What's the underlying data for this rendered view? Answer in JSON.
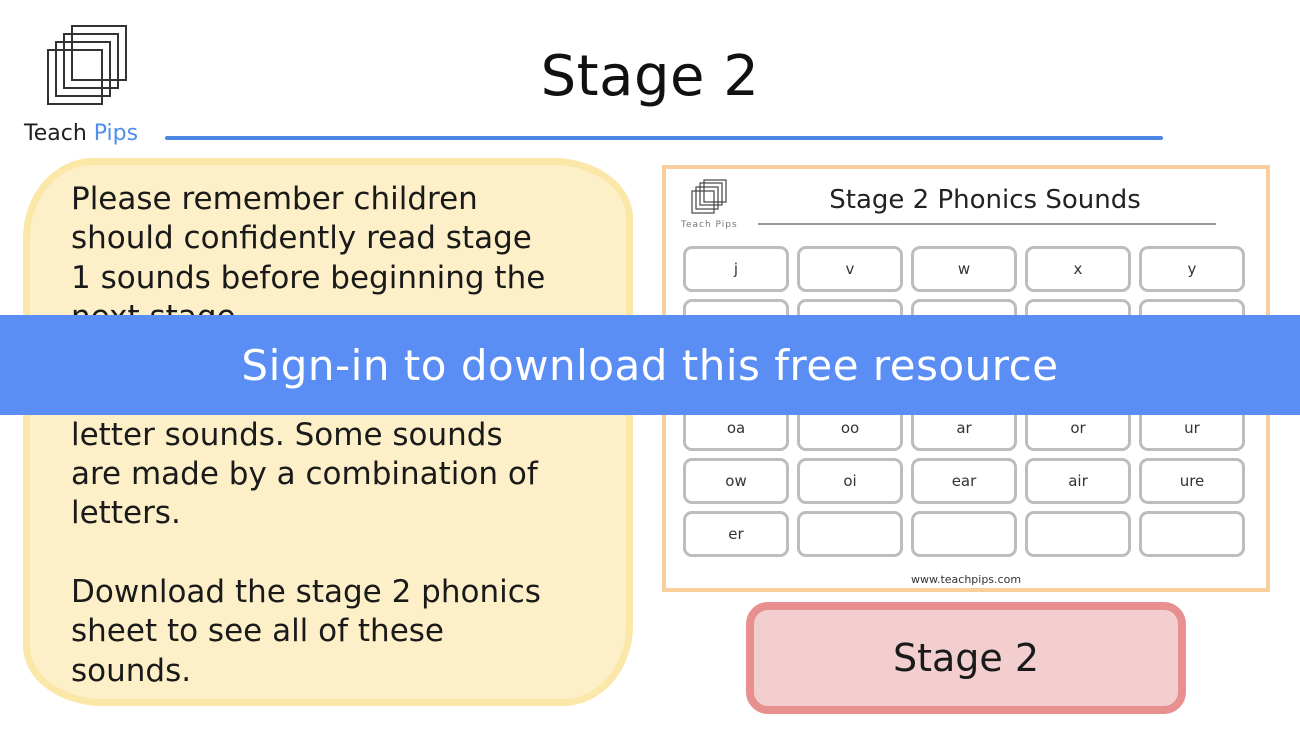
{
  "brand": {
    "name_part1": "Teach",
    "name_part2": "Pips",
    "icon": "layered-squares-logo-icon"
  },
  "header": {
    "title": "Stage 2"
  },
  "callout": {
    "text": "Please remember children\nshould confidently read stage\n1 sounds before beginning the\nnext stage.\n\n\nletter sounds. Some sounds\nare made by a combination of\nletters.\n\nDownload the stage 2 phonics\nsheet to see all of these\nsounds."
  },
  "worksheet": {
    "brand_text": "Teach Pips",
    "title": "Stage 2 Phonics Sounds",
    "rows": [
      [
        "j",
        "v",
        "w",
        "x",
        "y"
      ],
      [
        "",
        "",
        "",
        "",
        ""
      ],
      [
        "",
        "",
        "",
        "",
        ""
      ],
      [
        "oa",
        "oo",
        "ar",
        "or",
        "ur"
      ],
      [
        "ow",
        "oi",
        "ear",
        "air",
        "ure"
      ],
      [
        "er",
        "",
        "",
        "",
        ""
      ]
    ],
    "footer": "www.teachpips.com"
  },
  "stage_button": {
    "label": "Stage 2"
  },
  "banner": {
    "text": "Sign-in to download this free resource"
  },
  "colors": {
    "accent_blue": "#4a86e2",
    "banner_blue": "#5b8ef5",
    "callout_fill": "#fdf0c8",
    "callout_border": "#fbe7a7",
    "sheet_border": "#f7ce9c",
    "button_fill": "#f3cece",
    "button_border": "#e89090"
  }
}
